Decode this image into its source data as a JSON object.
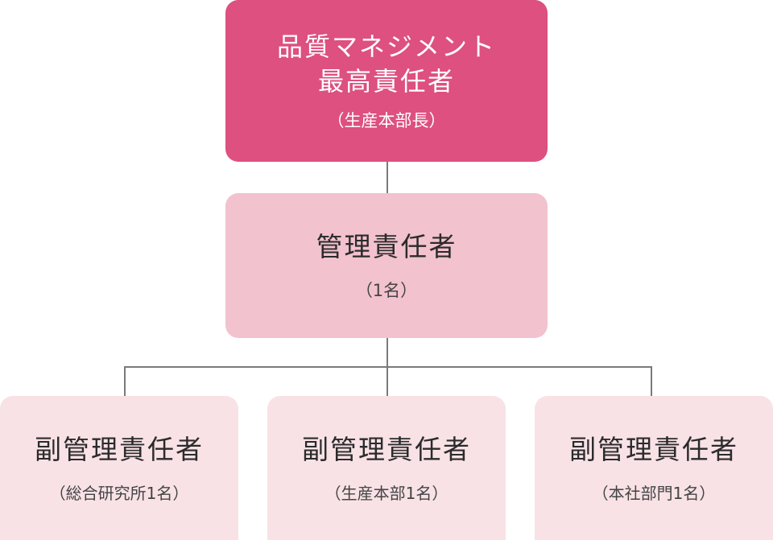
{
  "org_chart": {
    "top": {
      "title": "品質マネジメント\n最高責任者",
      "subtitle": "（生産本部長）"
    },
    "manager": {
      "title": "管理責任者",
      "subtitle": "（1名）"
    },
    "deputies": [
      {
        "title": "副管理責任者",
        "subtitle": "（総合研究所1名）"
      },
      {
        "title": "副管理責任者",
        "subtitle": "（生産本部1名）"
      },
      {
        "title": "副管理責任者",
        "subtitle": "（本社部門1名）"
      }
    ],
    "colors": {
      "top_fill": "#dd5080",
      "manager_fill": "#f2c2ce",
      "deputy_fill": "#f8e2e6",
      "connector": "#7a7a7a"
    }
  }
}
